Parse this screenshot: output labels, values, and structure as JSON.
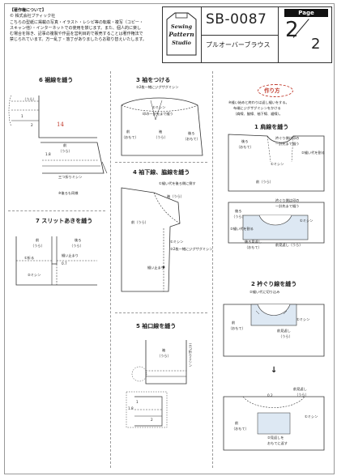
{
  "copyright": {
    "title": "【著作権について】",
    "company": "© 株式会社ブティック社",
    "lines": [
      "こちらの型紙に掲載の写真・イラスト・レシピ等の転載・複写（コピー・",
      "スキャン他）・インターネットでの使用を禁じます。また、個人的に楽し",
      "む場合を除き、記事の複製や作品を営利目的で販売することは著作権法で",
      "禁じられています。万一乱丁・落丁がありましたらお取り替えいたします。"
    ]
  },
  "logo": {
    "line1": "Sewing",
    "line2": "Pattern",
    "line3": "Studio"
  },
  "header": {
    "code": "SB-0087",
    "subtitle": "プルオーバーブラウス",
    "page_label": "Page",
    "page_num": "2",
    "page_total": "2"
  },
  "s6": {
    "title": "6 裾線を縫う",
    "ura": "（うら）",
    "n1": "1",
    "n2": "2",
    "n18": "1.8",
    "mae": "前",
    "mae_ura": "（うら）",
    "mitsu": "三つ折りミシン",
    "note": "※後ろも同様",
    "hand": "14"
  },
  "s7": {
    "title": "7 スリットあきを縫う",
    "mae": "前",
    "ura": "（うら）",
    "ushiro": "後ろ",
    "ushiro_ura": "（うら）",
    "ori": "①折る",
    "tome": "縫い止まり",
    "n07": "0.7",
    "mishin": "②ミシン"
  },
  "s3": {
    "title": "3 袖をつける",
    "sub": "②2枚一緒にジグザグミシン",
    "mishin": "①ミシン",
    "mae": "前",
    "omote": "（おもて）",
    "ushiro": "後ろ",
    "ushiro_omote": "（おもて）",
    "sode": "袖",
    "sode_ura": "（うら）",
    "align": "印の一針先まで縫う"
  },
  "s4": {
    "title": "4 袖下線、脇線を縫う",
    "sub": "①縫い代を後ろ側に倒す",
    "sode": "袖（うら）",
    "mae": "前（うら）",
    "mishin": "①ミシン",
    "nuidome": "縫い止まり",
    "zigzag": "②2枚一緒にジグザグミシン"
  },
  "s5": {
    "title": "5 袖口線を縫う",
    "sode": "袖",
    "ura": "（うら）",
    "mitsu": "三つ折りミシン",
    "n1": "1",
    "n18": "1.8",
    "n2": "2"
  },
  "tsukurikata": {
    "title": "作り方",
    "notes": [
      "※縫い始めと終わりは返し縫いをする。",
      "布端にジグザグミシンをかける",
      "（肩線、脇線、袖下線、裾線）。"
    ]
  },
  "s1": {
    "title": "1 肩線を縫う",
    "ushiro": "後ろ",
    "omote": "（おもて）",
    "eri": "衿ぐり側は印の",
    "eri2": "一針先まで縫う",
    "mishin": "①ミシン",
    "zigzag": "②縫い代を割る",
    "mae": "前（うら）",
    "ushiro2": "後ろ",
    "ura2": "（うら）",
    "eri3": "衿ぐり側は印の",
    "eri4": "一針先まで縫う",
    "mishin2": "①ミシン",
    "wari": "②縫い代を割る",
    "mae_mikae": "後ろ見返し",
    "omote2": "（おもて）",
    "mae_mikae2": "前見返し（うら）"
  },
  "s2": {
    "title": "2 衿ぐり線を縫う",
    "sub": "②縫い代に切り込み",
    "mae": "前",
    "omote": "（おもて）",
    "mishin": "①ミシン",
    "mikae": "前見返し",
    "ura": "（うら）",
    "n02": "0.2",
    "mae2": "前",
    "omote2": "（おもて）",
    "mikae2": "前見返し",
    "ura2": "（うら）",
    "mishin2": "①ミシン",
    "kaeshi": "②見返しを",
    "kaeshi2": "おもてに返す"
  },
  "arrow": "↓"
}
